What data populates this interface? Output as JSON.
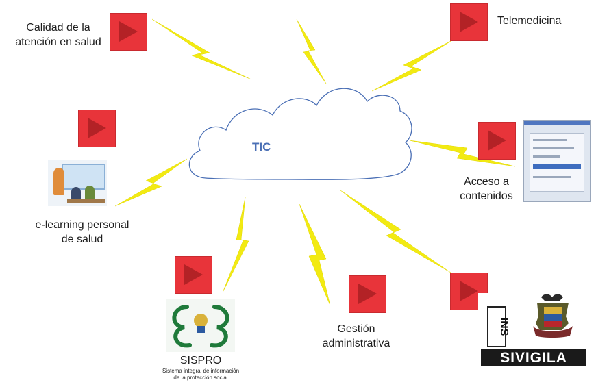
{
  "center": {
    "label": "TIC"
  },
  "nodes": {
    "calidad": {
      "line1": "Calidad de la",
      "line2": "atención en salud"
    },
    "telemedicina": {
      "label": "Telemedicina"
    },
    "acceso": {
      "line1": "Acceso a",
      "line2": "contenidos"
    },
    "elearning": {
      "line1": "e-learning personal",
      "line2": "de salud"
    },
    "sispro": {
      "title": "SISPRO",
      "sub1": "Sistema integral de información",
      "sub2": "de la protección social"
    },
    "gestion": {
      "line1": "Gestión",
      "line2": "administrativa"
    },
    "sivigila": {
      "logo_text": "SIVIGILA",
      "ins_text": "INS"
    }
  },
  "colors": {
    "bolt": "#f2ea12",
    "play": "#e8343a",
    "cloud_stroke": "#4a6fb5",
    "tic_text": "#4a6fb5"
  },
  "icons": [
    "play-icon",
    "lightning-bolt",
    "cloud"
  ]
}
